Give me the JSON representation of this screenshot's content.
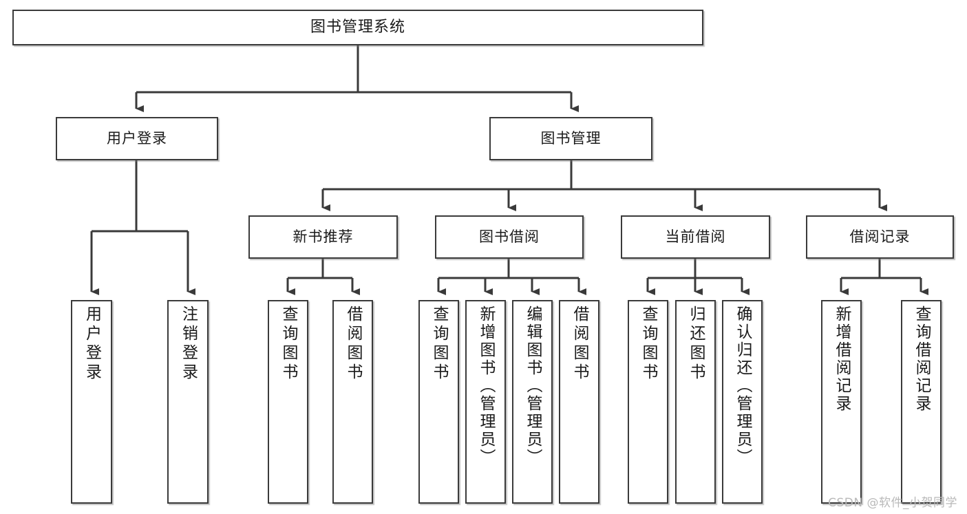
{
  "diagram": {
    "title": "图书管理系统",
    "type": "hierarchy-tree",
    "watermark": "CSDN @软件_小贺同学",
    "colors": {
      "box_border": "#3a3a3a",
      "box_fill": "#ffffff",
      "connector": "#3a3a3a",
      "text": "#1a1a1a",
      "watermark": "#b9b9b9"
    },
    "levels": [
      {
        "level": 1,
        "nodes": [
          {
            "id": "root",
            "label": "图书管理系统"
          }
        ]
      },
      {
        "level": 2,
        "nodes": [
          {
            "id": "login",
            "label": "用户登录"
          },
          {
            "id": "bookmgmt",
            "label": "图书管理"
          }
        ]
      },
      {
        "level": 3,
        "nodes": [
          {
            "id": "newbook",
            "label": "新书推荐"
          },
          {
            "id": "borrow",
            "label": "图书借阅"
          },
          {
            "id": "current",
            "label": "当前借阅"
          },
          {
            "id": "record",
            "label": "借阅记录"
          }
        ]
      },
      {
        "level": 4,
        "nodes": [
          {
            "id": "leaf-1",
            "label": "用户登录",
            "parent": "login"
          },
          {
            "id": "leaf-2",
            "label": "注销登录",
            "parent": "login"
          },
          {
            "id": "leaf-3",
            "label": "查询图书",
            "parent": "newbook"
          },
          {
            "id": "leaf-4",
            "label": "借阅图书",
            "parent": "newbook"
          },
          {
            "id": "leaf-5",
            "label": "查询图书",
            "parent": "borrow"
          },
          {
            "id": "leaf-6",
            "label": "新增图书（管理员）",
            "parent": "borrow"
          },
          {
            "id": "leaf-7",
            "label": "编辑图书（管理员）",
            "parent": "borrow"
          },
          {
            "id": "leaf-8",
            "label": "借阅图书",
            "parent": "borrow"
          },
          {
            "id": "leaf-9",
            "label": "查询图书",
            "parent": "current"
          },
          {
            "id": "leaf-10",
            "label": "归还图书",
            "parent": "current"
          },
          {
            "id": "leaf-11",
            "label": "确认归还（管理员）",
            "parent": "current"
          },
          {
            "id": "leaf-12",
            "label": "新增借阅记录",
            "parent": "record"
          },
          {
            "id": "leaf-13",
            "label": "查询借阅记录",
            "parent": "record"
          }
        ]
      }
    ]
  }
}
